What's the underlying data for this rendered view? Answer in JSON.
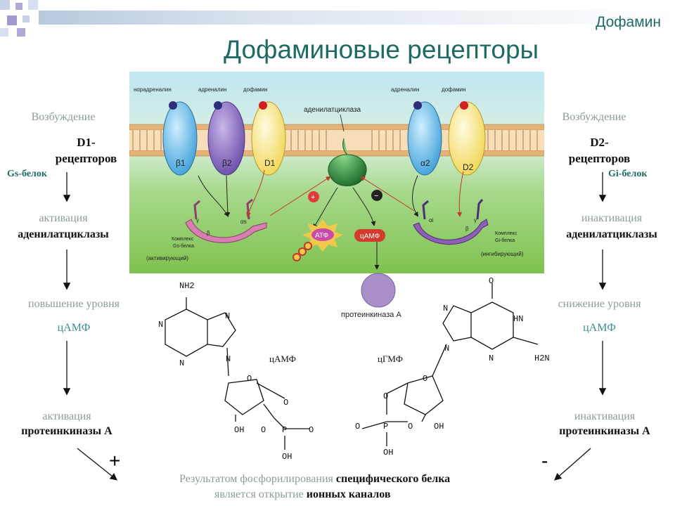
{
  "header": {
    "section_title": "Дофамин",
    "main_title": "Дофаминовые рецепторы"
  },
  "left": {
    "excitation": "Возбуждение",
    "receptor": "D1-\nрецепторов",
    "protein": "Gs-белок",
    "step1_grey": "активация",
    "step1_bold": "аденилатциклазы",
    "step2_grey": "повышение уровня",
    "step2_teal": "цАМФ",
    "step3_grey": "активация",
    "step3_bold": "протеинкиназы А",
    "sign": "+"
  },
  "right": {
    "excitation": "Возбуждение",
    "receptor": "D2-\nрецепторов",
    "protein": "Gi-белок",
    "step1_grey": "инактивация",
    "step1_bold": "аденилатциклазы",
    "step2_grey": "снижение уровня",
    "step2_teal": "цАМФ",
    "step3_grey": "инактивация",
    "step3_bold": "протеинкиназы А",
    "sign": "-"
  },
  "panel": {
    "ligands_left": [
      "норадреналин",
      "адреналин",
      "дофамин"
    ],
    "ligands_right": [
      "адреналин",
      "дофамин"
    ],
    "receptors_left": [
      "β1",
      "β2",
      "D1"
    ],
    "receptors_right": [
      "α2",
      "D2"
    ],
    "enzyme": "аденилатциклаза",
    "complex_s": [
      "Комплекс",
      "Gs-белка",
      "(активирующий)"
    ],
    "complex_i": [
      "Комплекс",
      "Gi-белка",
      "(ингибирующий)"
    ],
    "subunits_s": [
      "γ",
      "β",
      "αs"
    ],
    "subunits_i": [
      "αi",
      "β",
      "γ"
    ],
    "atp": "АТФ",
    "camp_box": "цАМФ",
    "plus": "+",
    "minus": "−",
    "pka": "протеинкиназа А"
  },
  "structures": {
    "camp_label": "цАМФ",
    "cgmp_label": "цГМФ",
    "nh2": "NH2",
    "h2n": "H2N",
    "hn": "HN",
    "n": "N",
    "o": "O",
    "oh": "OH",
    "p": "P"
  },
  "footer": {
    "line1_grey": "Результатом фосфорилирования",
    "line1_bold": "специфического белка",
    "line2_grey": "является открытие",
    "line2_bold": "ионных каналов"
  },
  "colors": {
    "title": "#1f6b64",
    "receptor_beta1": "#5fb8e8",
    "receptor_beta2": "#8a6cc0",
    "receptor_d": "#f5e27a",
    "gs_complex": "#d77fb0",
    "gi_complex": "#8f5fb8",
    "enzyme": "#2f8a3e",
    "pka": "#a88fc9"
  }
}
